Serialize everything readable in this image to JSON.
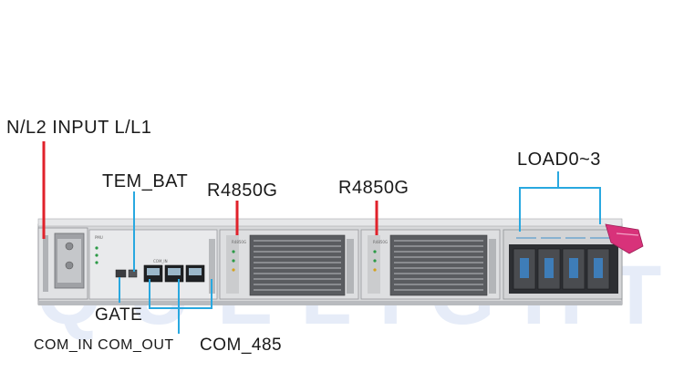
{
  "labels": {
    "input": "N/L2  INPUT  L/L1",
    "tem_bat": "TEM_BAT",
    "rectifier_1": "R4850G",
    "rectifier_2": "R4850G",
    "load": "LOAD0~3",
    "gate": "GATE",
    "com_ports": "COM_IN  COM_OUT",
    "com_485": "COM_485"
  },
  "watermark": "QUELIGHTON",
  "colors": {
    "red_pointer": "#e0222b",
    "blue_pointer": "#29a8e0",
    "chassis": "#d9dadc",
    "handle": "#d8327a"
  }
}
